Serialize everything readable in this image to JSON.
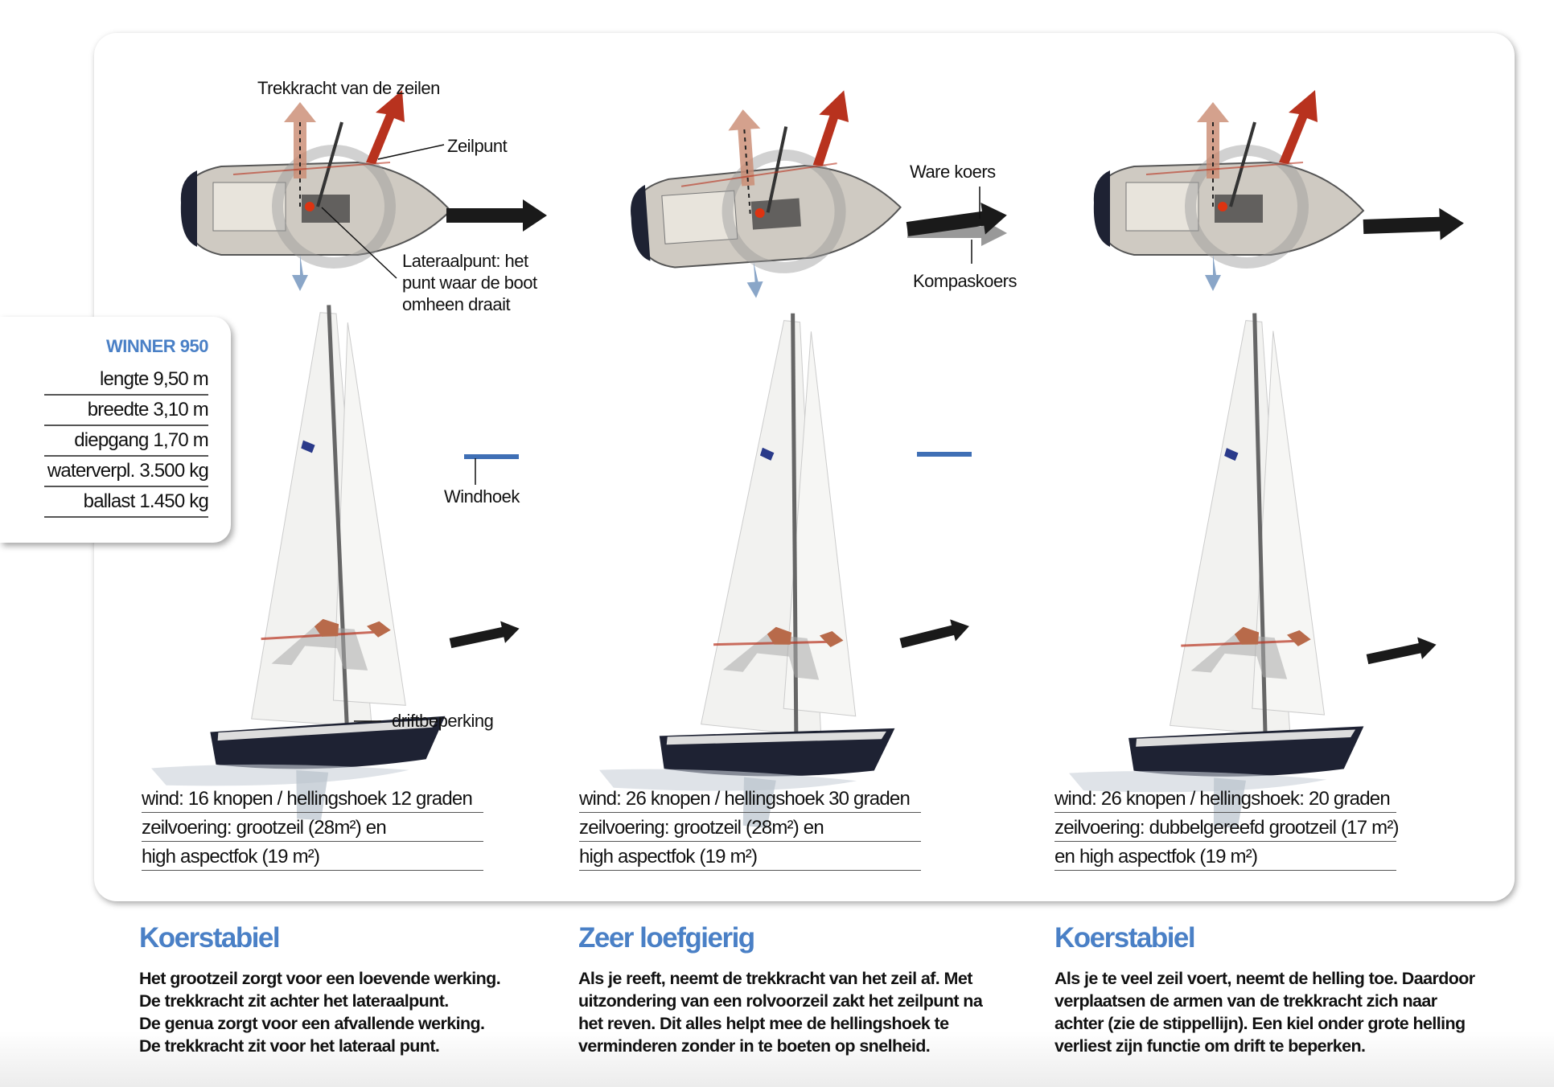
{
  "labels": {
    "trekkracht": "Trekkracht van de zeilen",
    "zeilpunt": "Zeilpunt",
    "lateraalpunt": [
      "Lateraalpunt: het",
      "punt waar de boot",
      "omheen draait"
    ],
    "ware_koers": "Ware koers",
    "kompaskoers": "Kompaskoers",
    "windhoek": "Windhoek",
    "driftbeperking": "driftbeperking"
  },
  "specs": {
    "title": "WINNER 950",
    "rows": [
      "lengte 9,50 m",
      "breedte 3,10 m",
      "diepgang 1,70 m",
      "waterverpl. 3.500 kg",
      "ballast 1.450 kg"
    ]
  },
  "captions": [
    [
      "wind: 16 knopen / hellingshoek 12 graden",
      "zeilvoering: grootzeil (28m²) en",
      "high aspectfok (19 m²)"
    ],
    [
      "wind: 26 knopen / hellingshoek 30 graden",
      "zeilvoering: grootzeil (28m²) en",
      "high aspectfok (19 m²)"
    ],
    [
      "wind: 26 knopen / hellingshoek: 20 graden",
      "zeilvoering: dubbelgereefd grootzeil (17 m²)",
      "en high aspectfok (19 m²)"
    ]
  ],
  "columns": [
    {
      "title": "Koerstabiel",
      "lines": [
        "Het grootzeil zorgt voor een loevende werking.",
        "De trekkracht zit achter het lateraalpunt.",
        "De genua zorgt voor een afvallende werking.",
        "De trekkracht zit voor het lateraal punt."
      ]
    },
    {
      "title": "Zeer loefgierig",
      "lines": [
        "Als je reeft, neemt de trekkracht van het zeil af. Met",
        "uitzondering van een rolvoorzeil zakt het zeilpunt na",
        "het reven. Dit alles helpt mee de hellingshoek te",
        "verminderen zonder in te boeten op snelheid."
      ]
    },
    {
      "title": "Koerstabiel",
      "lines": [
        "Als je te veel zeil voert, neemt de helling toe. Daardoor",
        "verplaatsen de armen van de trekkracht zich naar",
        "achter (zie de stippellijn). Een kiel onder grote helling",
        "verliest zijn functie om drift te beperken."
      ]
    }
  ],
  "colors": {
    "accent": "#4a80c6",
    "hull": "#1e2233",
    "arrow_red": "#b8321e",
    "arrow_dark": "#1a1a1a"
  }
}
